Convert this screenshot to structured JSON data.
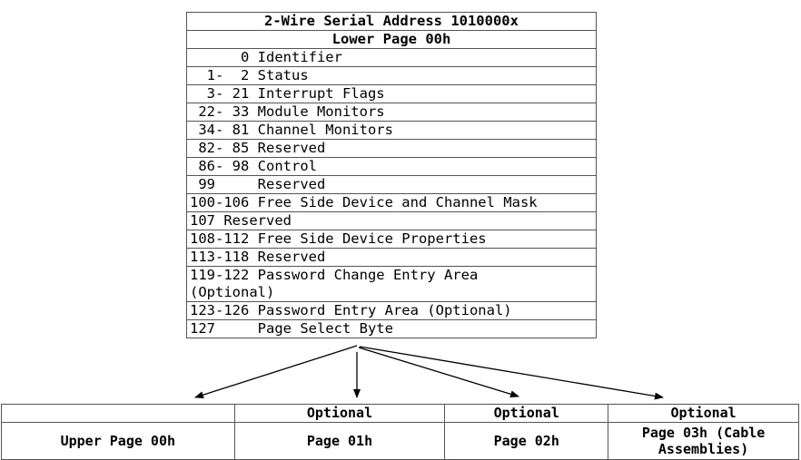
{
  "lower_page": {
    "title": "2-Wire Serial Address 1010000x",
    "subtitle": "Lower Page 00h",
    "rows": [
      {
        "text": "      0 Identifier"
      },
      {
        "text": "  1-  2 Status"
      },
      {
        "text": "  3- 21 Interrupt Flags"
      },
      {
        "text": " 22- 33 Module Monitors"
      },
      {
        "text": " 34- 81 Channel Monitors"
      },
      {
        "text": " 82- 85 Reserved"
      },
      {
        "text": " 86- 98 Control"
      },
      {
        "text": " 99     Reserved"
      },
      {
        "text": "100-106 Free Side Device and Channel Mask"
      },
      {
        "text": "107 Reserved"
      },
      {
        "text": "108-112 Free Side Device Properties"
      },
      {
        "text": "113-118 Reserved"
      },
      {
        "text": "119-122 Password Change Entry Area\n(Optional)"
      },
      {
        "text": "123-126 Password Entry Area (Optional)"
      },
      {
        "text": "127     Page Select Byte"
      }
    ]
  },
  "upper_pages": [
    {
      "label": "",
      "name": "Upper Page 00h"
    },
    {
      "label": "Optional",
      "name": "Page 01h"
    },
    {
      "label": "Optional",
      "name": "Page 02h"
    },
    {
      "label": "Optional",
      "name": "Page 03h (Cable\nAssemblies)"
    }
  ],
  "colors": {
    "line": "#555555",
    "arrow": "#000000",
    "text": "#000000"
  }
}
